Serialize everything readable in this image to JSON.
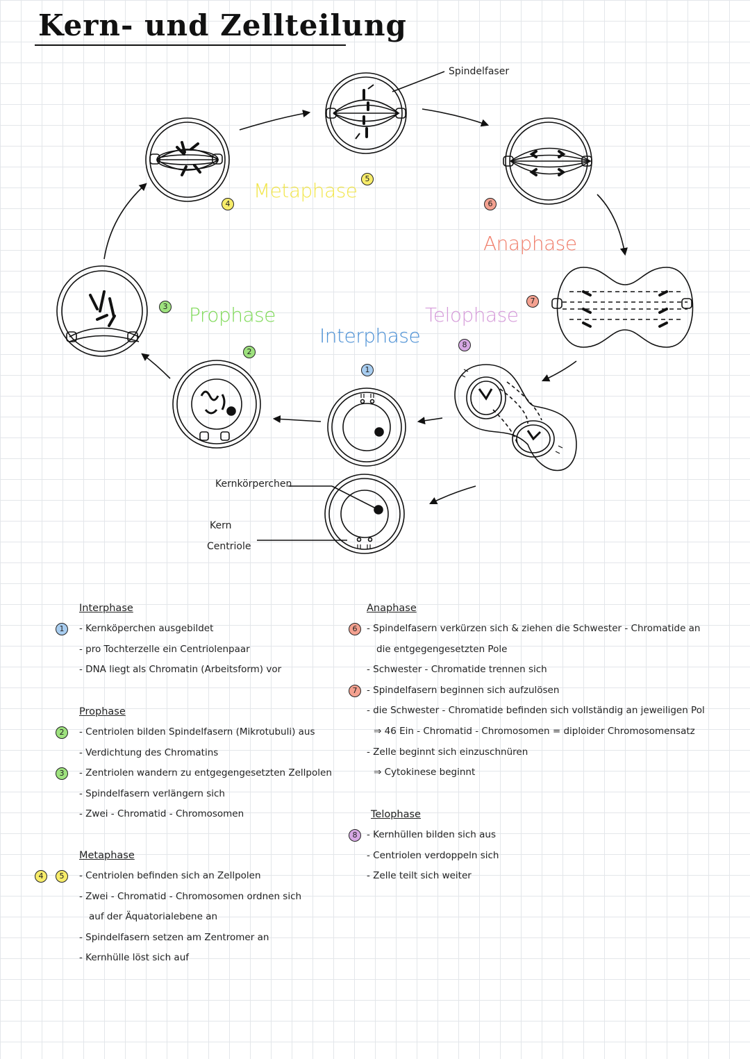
{
  "title": "Kern- und Zellteilung",
  "colors": {
    "metaphase": "#f2e64a",
    "anaphase": "#f07d6a",
    "prophase": "#7ed957",
    "telophase": "#d59ad9",
    "interphase": "#4a8fd4",
    "num_yellow": "#f7ec6a",
    "num_red": "#f4a190",
    "num_green": "#9ee27e",
    "num_violet": "#d7a8e4",
    "num_blue": "#a8cdf0"
  },
  "phases": {
    "metaphase": "Metaphase",
    "anaphase": "Anaphase",
    "prophase": "Prophase",
    "telophase": "Telophase",
    "interphase": "Interphase"
  },
  "annotations": {
    "spindelfaser": "Spindelfaser",
    "kernkoerperchen": "Kernkörperchen",
    "kern": "Kern",
    "centriole": "Centriole"
  },
  "markers": [
    "1",
    "2",
    "3",
    "4",
    "5",
    "6",
    "7",
    "8"
  ],
  "notes": {
    "interphase": {
      "heading": "Interphase",
      "lines": [
        "Kernköperchen ausgebildet",
        "pro Tochterzelle ein Centriolenpaar",
        "DNA liegt als Chromatin (Arbeitsform) vor"
      ]
    },
    "prophase": {
      "heading": "Prophase",
      "lines": [
        "Centriolen bilden Spindelfasern (Mikrotubuli) aus",
        "Verdichtung des Chromatins",
        "Zentriolen wandern zu entgegengesetzten Zellpolen",
        "Spindelfasern verlängern sich",
        "Zwei - Chromatid - Chromosomen"
      ]
    },
    "metaphase": {
      "heading": "Metaphase",
      "lines": [
        "Centriolen befinden sich an Zellpolen",
        "Zwei - Chromatid - Chromosomen ordnen sich",
        "auf der Äquatorialebene an",
        "Spindelfasern setzen am Zentromer an",
        "Kernhülle löst sich auf"
      ]
    },
    "anaphase": {
      "heading": "Anaphase",
      "lines": [
        "Spindelfasern verkürzen sich & ziehen die Schwester - Chromatide an",
        "die entgegengesetzten Pole",
        "Schwester - Chromatide trennen sich",
        "Spindelfasern beginnen sich aufzulösen",
        "die Schwester - Chromatide befinden sich vollständig an jeweiligen Pol",
        "46 Ein - Chromatid - Chromosomen = diploider Chromosomensatz",
        "Zelle beginnt sich einzuschnüren",
        "Cytokinese beginnt"
      ]
    },
    "telophase": {
      "heading": "Telophase",
      "lines": [
        "Kernhüllen bilden sich aus",
        "Centriolen verdoppeln sich",
        "Zelle teilt sich weiter"
      ]
    }
  }
}
